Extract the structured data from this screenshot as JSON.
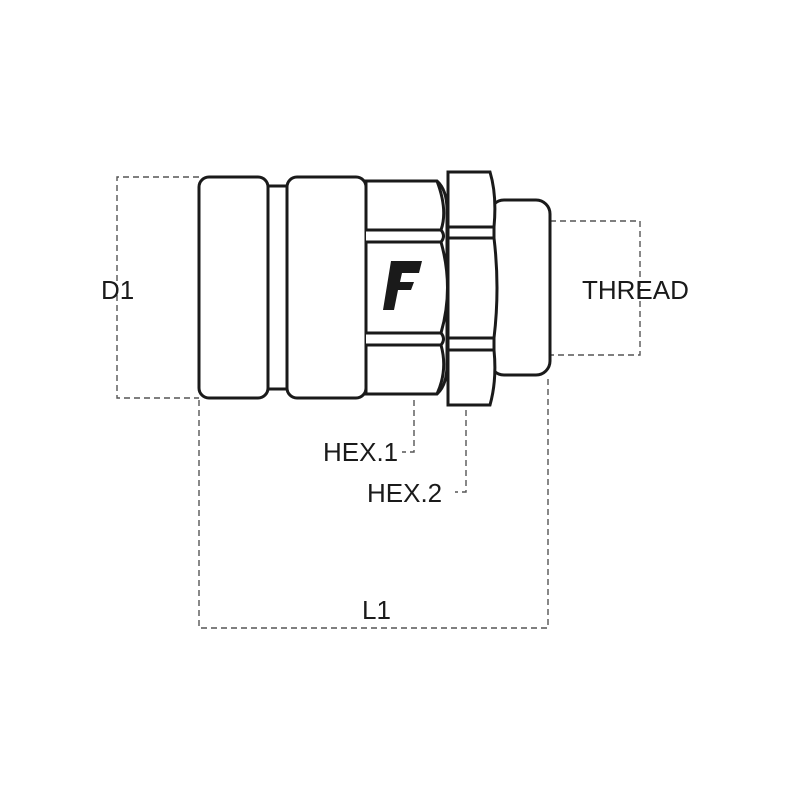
{
  "diagram": {
    "labels": {
      "d1": "D1",
      "thread": "THREAD",
      "hex1": "HEX.1",
      "hex2": "HEX.2",
      "l1": "L1"
    },
    "logo": "F",
    "colors": {
      "line": "#1a1a1a",
      "dimension": "#555555"
    }
  }
}
